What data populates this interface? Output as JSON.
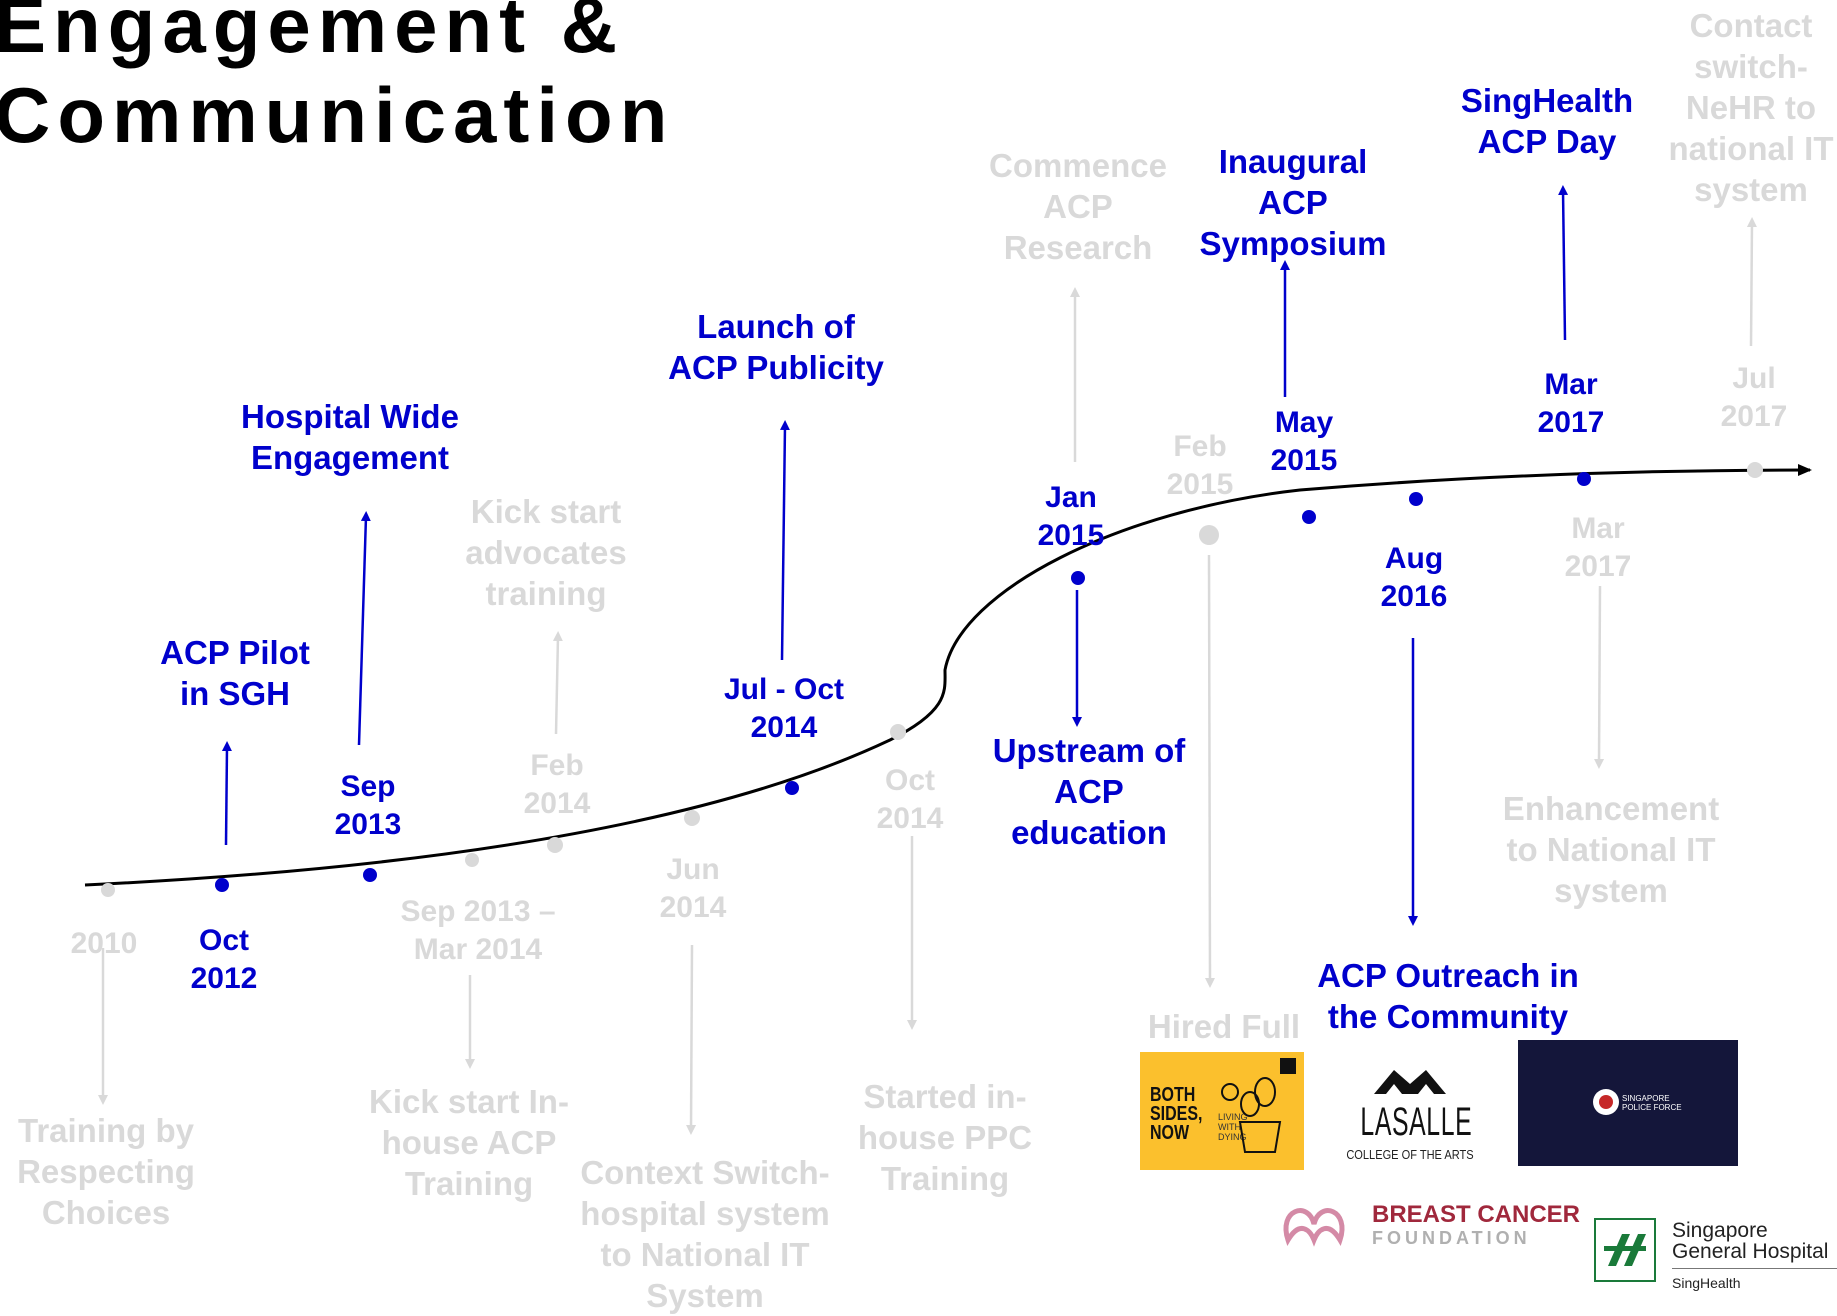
{
  "title": {
    "line1": "Engagement &",
    "line2": "Communication"
  },
  "colors": {
    "active": "#0000cc",
    "faded": "#d9d9d9",
    "axis": "#000000"
  },
  "milestones": [
    {
      "date": "2010",
      "event": "Training by\nRespecting\nChoices",
      "status": "faded",
      "direction": "down"
    },
    {
      "date": "Oct\n2012",
      "event": "ACP Pilot\nin SGH",
      "status": "active",
      "direction": "up"
    },
    {
      "date": "Sep\n2013",
      "event": "Hospital Wide\nEngagement",
      "status": "active",
      "direction": "up"
    },
    {
      "date": "Sep 2013 –\nMar 2014",
      "event": "Kick start In-\nhouse ACP\nTraining",
      "status": "faded",
      "direction": "down"
    },
    {
      "date": "Feb\n2014",
      "event": "Kick start\nadvocates\ntraining",
      "status": "faded",
      "direction": "up"
    },
    {
      "date": "Jun\n2014",
      "event": "Context Switch-\nhospital system\nto National IT\nSystem",
      "status": "faded",
      "direction": "down"
    },
    {
      "date": "Jul - Oct\n2014",
      "event": "Launch of\nACP Publicity",
      "status": "active",
      "direction": "up"
    },
    {
      "date": "Oct\n2014",
      "event": "Started in-\nhouse PPC\nTraining",
      "status": "faded",
      "direction": "down"
    },
    {
      "date": "Jan\n2015",
      "event": "Upstream of\nACP\neducation",
      "status": "active",
      "direction": "down"
    },
    {
      "date": "",
      "event": "Commence\nACP\nResearch",
      "status": "faded",
      "direction": "up"
    },
    {
      "date": "Feb\n2015",
      "event": "Hired Full",
      "status": "faded",
      "direction": "down"
    },
    {
      "date": "May\n2015",
      "event": "Inaugural\nACP\nSymposium",
      "status": "active",
      "direction": "up"
    },
    {
      "date": "Aug\n2016",
      "event": "ACP Outreach in\nthe Community",
      "status": "active",
      "direction": "down"
    },
    {
      "date": "Mar\n2017",
      "event": "SingHealth\nACP Day",
      "status": "active",
      "direction": "up"
    },
    {
      "date": "Mar\n2017",
      "event": "Enhancement\nto National IT\nsystem",
      "status": "faded",
      "direction": "down"
    },
    {
      "date": "Jul\n2017",
      "event": "Contact\nswitch-\nNeHR to\nnational IT\nsystem",
      "status": "faded",
      "direction": "up"
    }
  ],
  "partner_logos": {
    "both_sides_now": {
      "name": "BOTH\nSIDES,\nNOW",
      "tagline": "LIVING\nWITH\nDYING"
    },
    "lasalle": {
      "name": "LASALLE",
      "subtitle": "COLLEGE OF THE ARTS"
    },
    "police": {
      "name": "SINGAPORE\nPOLICE FORCE"
    },
    "breast_cancer": {
      "line1": "BREAST CANCER",
      "line2": "FOUNDATION"
    },
    "sgh": {
      "line1": "Singapore",
      "line2": "General Hospital",
      "line3": "SingHealth"
    }
  }
}
